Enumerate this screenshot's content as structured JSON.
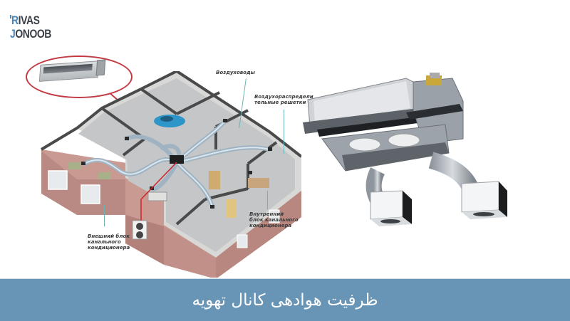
{
  "logo": {
    "line1": "RIVAS",
    "line2": "JONOOB",
    "accent_color": "#4a86b8",
    "text_color": "#3a3f47"
  },
  "illustration_left": {
    "description": "Cutaway house with ducted air conditioning system",
    "labels": {
      "air_ducts": "Воздуховоды",
      "air_grilles": "Воздухораспредели\nтельные решетки",
      "outdoor_unit": "Внешний блок\nканального\nкондиционера",
      "indoor_unit": "Внутренний\nблок канального\nкондиционера"
    },
    "callout_color": "#c23b44"
  },
  "illustration_right": {
    "description": "Ducted fan-coil unit with flexible ducts and two ceiling diffusers"
  },
  "banner": {
    "title": "ظرفیت هوادهی کانال تهویه",
    "background": "#6894b6",
    "text_color": "#ffffff"
  }
}
